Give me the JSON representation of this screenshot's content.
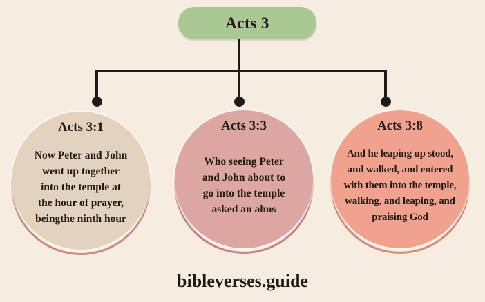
{
  "root": {
    "label": "Acts 3",
    "fill": "#a9c894"
  },
  "nodes": [
    {
      "title": "Acts 3:1",
      "lines": [
        "Now Peter and John",
        "went up together",
        "into the temple at",
        "the hour of prayer,",
        "beingthe ninth hour"
      ],
      "fill": "#e2d2be",
      "ring": "#c98984"
    },
    {
      "title": "Acts 3:3",
      "lines": [
        "Who seeing Peter",
        "and John about to",
        "go into the temple",
        "asked an alms"
      ],
      "fill": "#dca6a2",
      "ring": "#c9827f"
    },
    {
      "title": "Acts 3:8",
      "lines": [
        "And he leaping up stood,",
        "and walked, and entered",
        "with them into the temple,",
        "walking, and leaping, and",
        "praising God"
      ],
      "fill": "#f1a28e",
      "ring": "#d78877"
    }
  ],
  "footer": {
    "text": "bibleverses.guide"
  },
  "colors": {
    "background": "#f6ede0",
    "connector": "#1c1b19",
    "text": "#201a13"
  }
}
